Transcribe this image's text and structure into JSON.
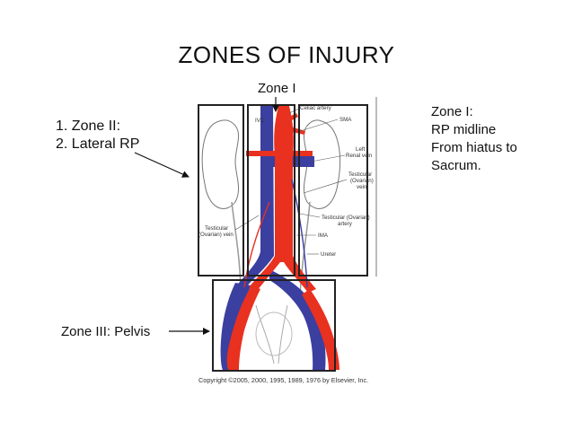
{
  "title": "ZONES OF INJURY",
  "zone1_label": "Zone I",
  "zone2_items": [
    "1.  Zone II:",
    "2.  Lateral RP"
  ],
  "zone1_description": [
    "Zone I:",
    "RP midline",
    "From hiatus to",
    "Sacrum."
  ],
  "zone3_label": "Zone III: Pelvis",
  "anatomy_labels": {
    "ivc": "IVC",
    "celiac": "Celiac artery",
    "sma": "SMA",
    "left": "Left",
    "renal_vein": "Renal vein",
    "testicular_r1": "Testicular",
    "testicular_r2": "(Ovarian)",
    "testicular_r3": "vein",
    "testicular_artery1": "Testicular (Ovarian)",
    "testicular_artery2": "artery",
    "testicular_l1": "Testicular",
    "testicular_l2": "(Ovarian) vein",
    "ima": "IMA",
    "ureter": "Ureter"
  },
  "copyright": "Copyright ©2005, 2000, 1995, 1989, 1976 by Elsevier, Inc.",
  "colors": {
    "artery": "#e8311f",
    "vein": "#3a3fa0",
    "box": "#222222"
  }
}
